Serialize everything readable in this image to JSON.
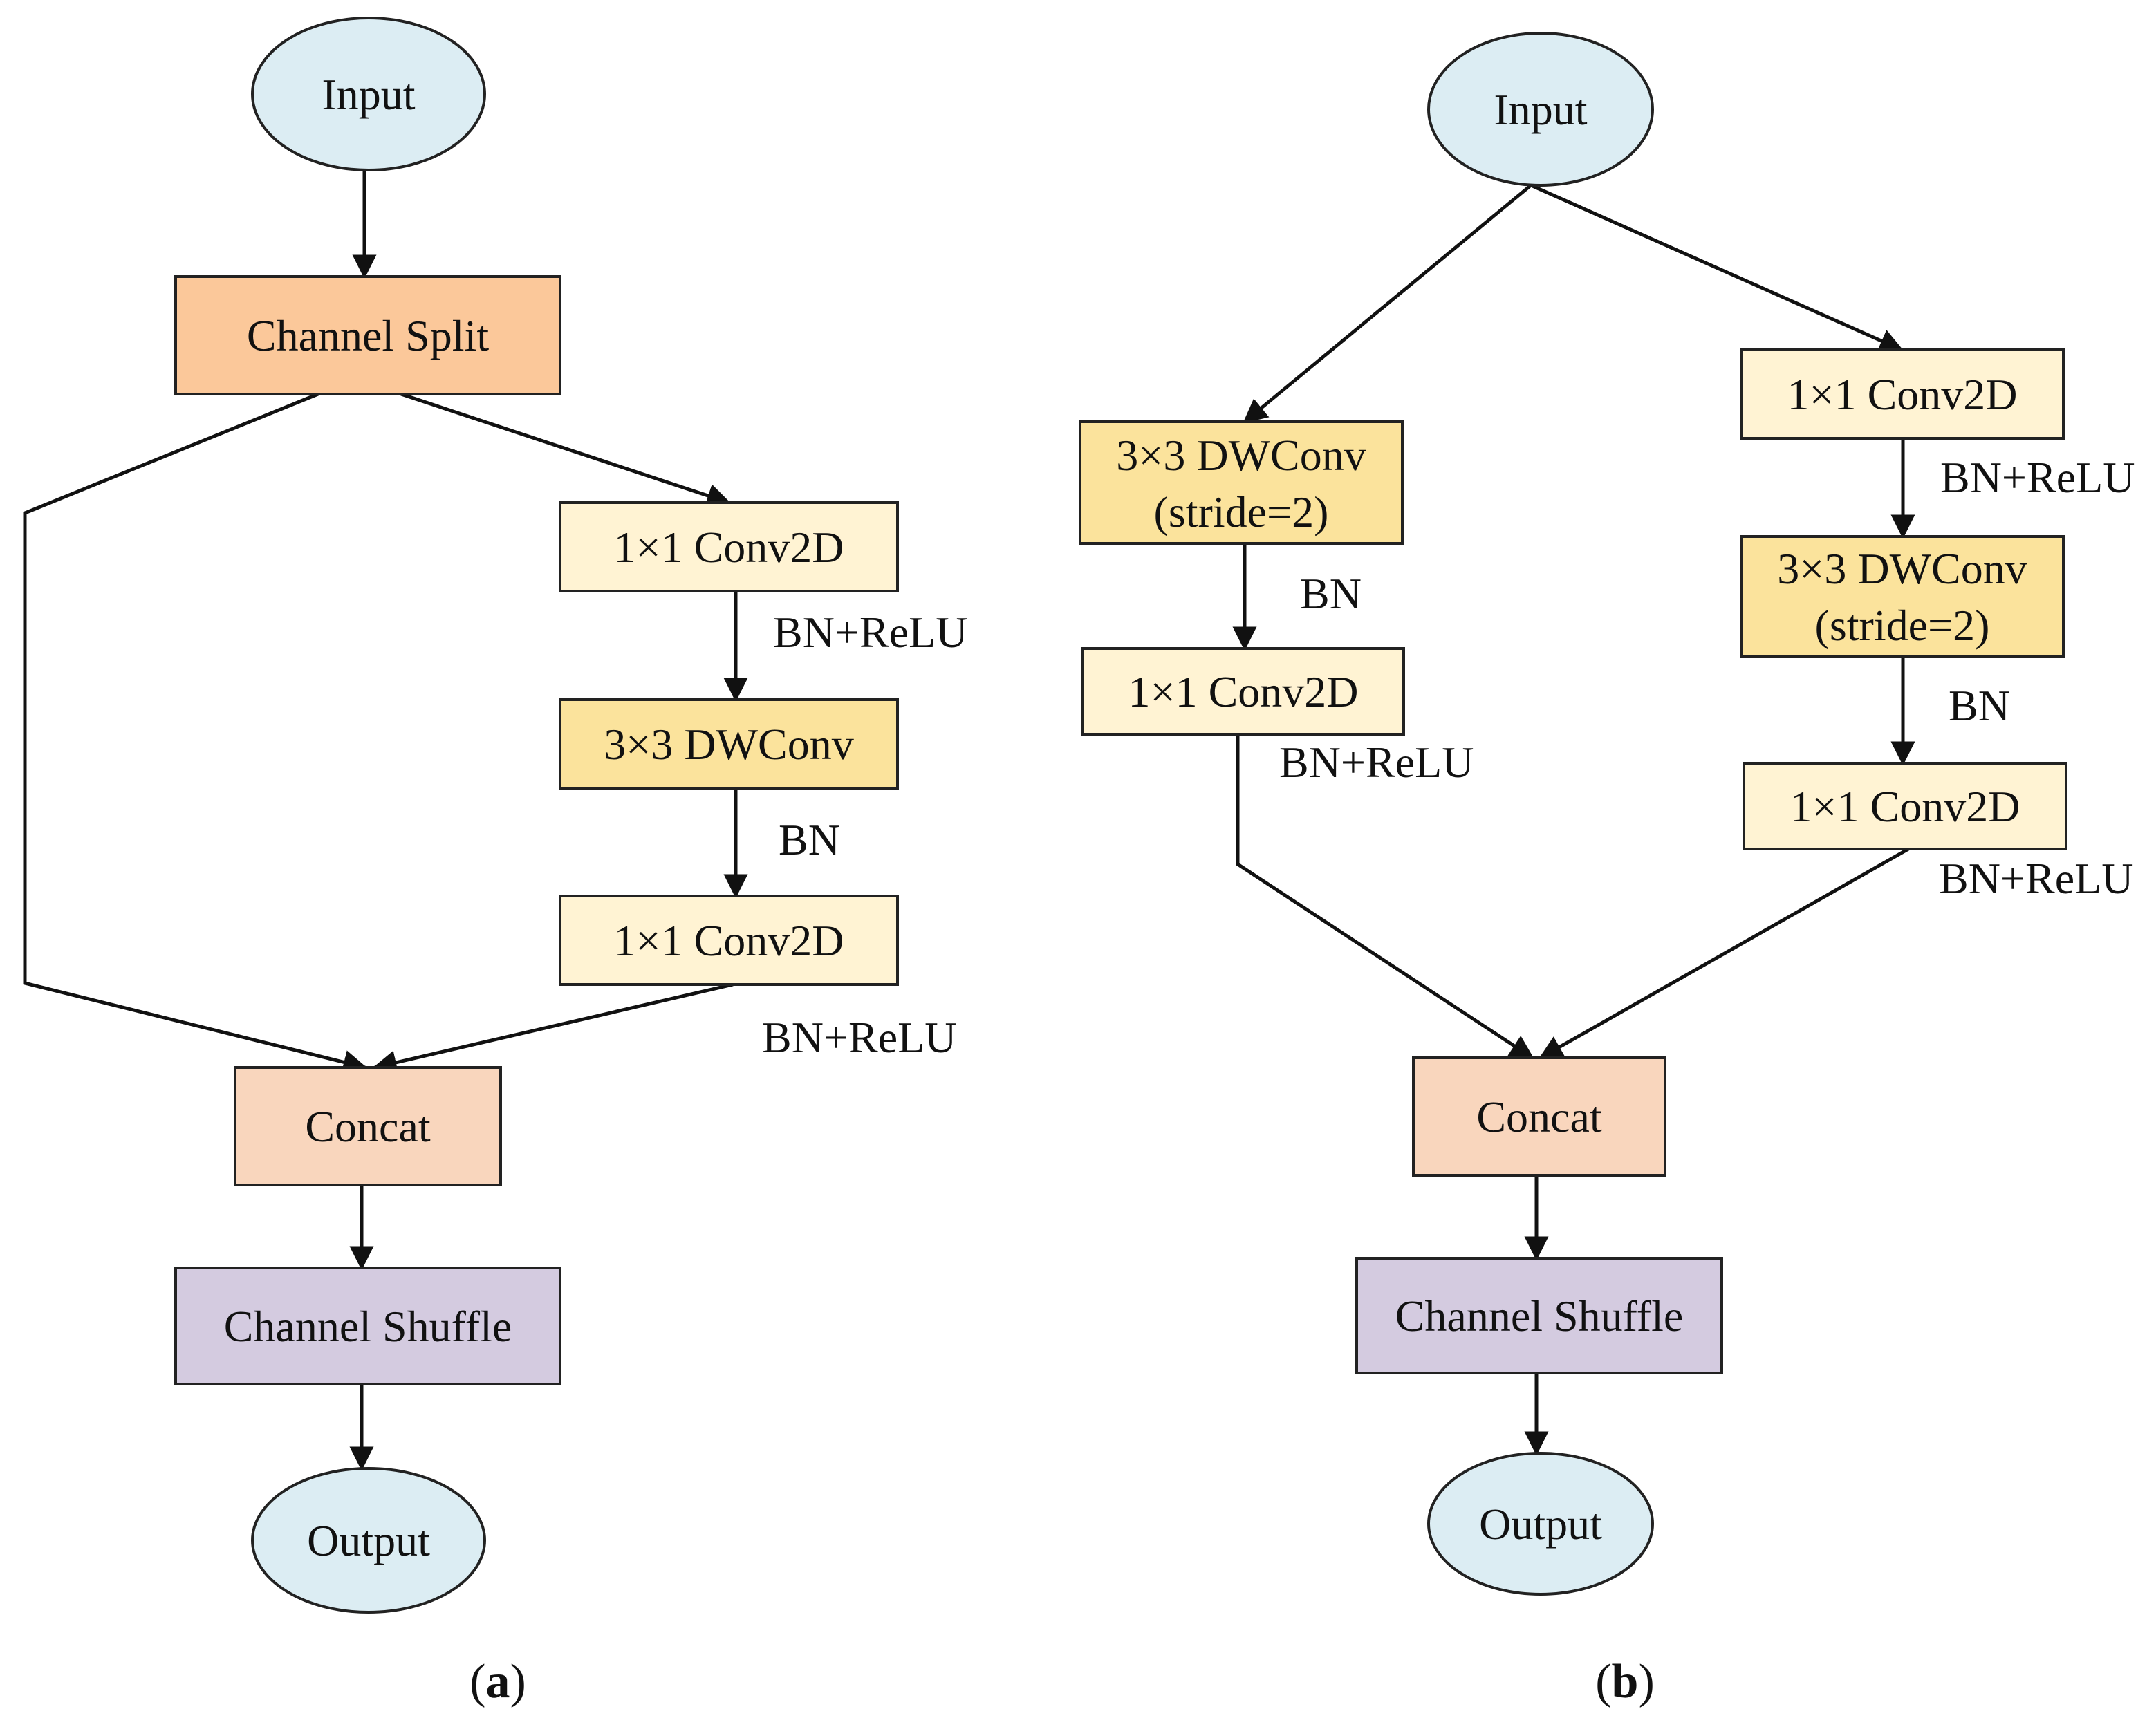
{
  "colors": {
    "io": "#dcedf3",
    "split": "#fbc89a",
    "conv1x1": "#fff3d3",
    "dwconv": "#fbe39c",
    "concat": "#f9d6bd",
    "shuffle": "#d4cbe0"
  },
  "diagram_a": {
    "caption_open": "(",
    "caption_letter": "a",
    "caption_close": ")",
    "nodes": {
      "input": "Input",
      "channel_split": "Channel Split",
      "conv1": "1×1 Conv2D",
      "dwconv": "3×3 DWConv",
      "conv2": "1×1 Conv2D",
      "concat": "Concat",
      "shuffle": "Channel Shuffle",
      "output": "Output"
    },
    "edge_labels": {
      "after_conv1": "BN+ReLU",
      "after_dwconv": "BN",
      "after_conv2": "BN+ReLU"
    }
  },
  "diagram_b": {
    "caption_open": "(",
    "caption_letter": "b",
    "caption_close": ")",
    "nodes": {
      "input": "Input",
      "left_dwconv_line1": "3×3 DWConv",
      "left_dwconv_line2": "(stride=2)",
      "left_conv": "1×1 Conv2D",
      "right_conv1": "1×1 Conv2D",
      "right_dwconv_line1": "3×3 DWConv",
      "right_dwconv_line2": "(stride=2)",
      "right_conv2": "1×1 Conv2D",
      "concat": "Concat",
      "shuffle": "Channel Shuffle",
      "output": "Output"
    },
    "edge_labels": {
      "left_after_dwconv": "BN",
      "left_after_conv": "BN+ReLU",
      "right_after_conv1": "BN+ReLU",
      "right_after_dwconv": "BN",
      "right_after_conv2": "BN+ReLU"
    }
  }
}
